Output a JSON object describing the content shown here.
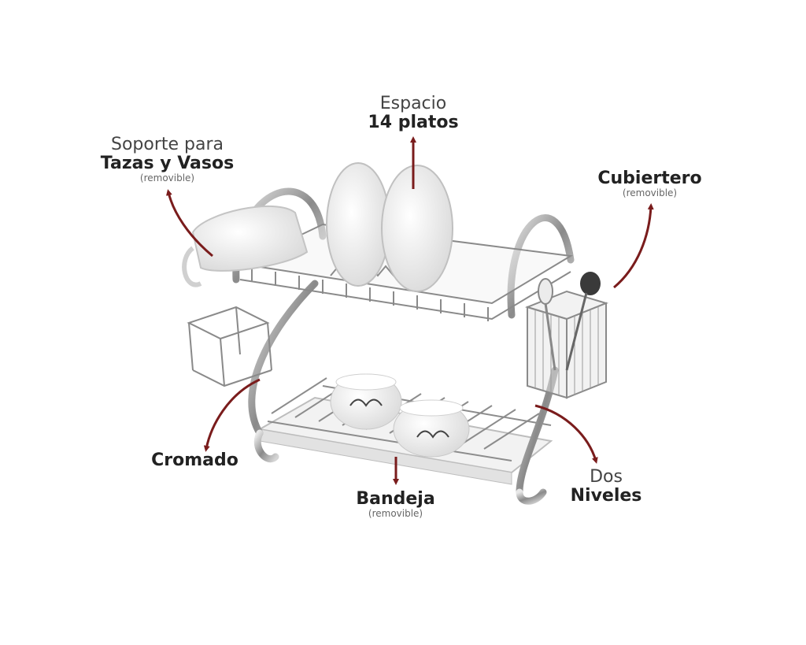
{
  "labels": {
    "espacio": {
      "line1": "Espacio",
      "line2": "14 platos"
    },
    "soporte": {
      "line1": "Soporte para",
      "line2": "Tazas y Vasos",
      "note": "(removible)"
    },
    "cubiertero": {
      "line1": "Cubiertero",
      "note": "(removible)"
    },
    "cromado": {
      "line1": "Cromado"
    },
    "bandeja": {
      "line1": "Bandeja",
      "note": "(removible)"
    },
    "niveles": {
      "line1": "Dos",
      "line2": "Niveles"
    }
  },
  "colors": {
    "arrow": "#7a1c1c",
    "chrome": "#9a9a9a",
    "white": "#f4f4f4"
  }
}
